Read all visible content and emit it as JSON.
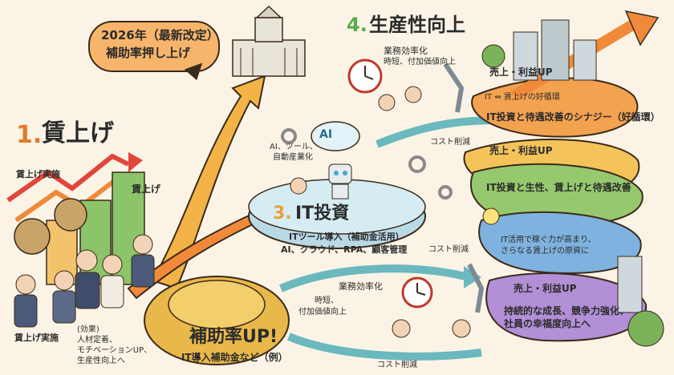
{
  "bubble": {
    "line1": "2026年（最新改定）",
    "line2": "補助率押し上げ"
  },
  "section1": {
    "number": "1.",
    "title": "賃上げ",
    "subtitle": "賃上げ実施",
    "bar_label": "賃上げ"
  },
  "section1_bottom": {
    "label": "賃上げ実施",
    "effects": [
      "(効果)",
      "人材定着、",
      "モチベーションUP、",
      "生産性向上へ"
    ]
  },
  "subsidy": {
    "title": "補助率UP!",
    "subtitle": "IT導入補助金など（例）"
  },
  "section3": {
    "number": "3.",
    "title": "IT投資",
    "subtitle": "ITツール導入（補助金活用）",
    "items": "AI、クラウド、RPA、顧客管理",
    "ai_label": "AI",
    "ai_caption": [
      "AI、ツール、",
      "自動産業化"
    ]
  },
  "section4": {
    "number": "4.",
    "title": "生産性向上",
    "top_lines": [
      "業務効率化",
      "時短、付加価値向上"
    ]
  },
  "flow_labels": {
    "cost_cut_top": "コスト削減",
    "cost_cut_mid": "コスト削減",
    "cost_cut_bottom": "コスト削減",
    "efficiency_mid": "業務効率化",
    "value_mid": [
      "時短、",
      "付加価値向上"
    ]
  },
  "spiral": {
    "sales_profit_1": "売上・利益UP",
    "loop_text": "IT ⇔ 賃上げの好循環",
    "synergy": "IT投資と待遇改善のシナジー（好循環）",
    "sales_profit_2": "売上・利益UP",
    "band_2": "IT投資と生性、賃上げと待遇改善",
    "band_3": [
      "IT活用で稼ぐ力が高まり、",
      "さらなる賃上げの原資に"
    ],
    "sales_profit_3": "売上・利益UP",
    "band_4": [
      "持続的な成長、競争力強化、",
      "社員の幸福度向上へ"
    ]
  },
  "colors": {
    "background": "#fbf4e6",
    "orange": "#f08a3a",
    "teal": "#5fb3b8",
    "green": "#8fc46a",
    "purple": "#a98ad0",
    "blue": "#6aa7d8"
  }
}
